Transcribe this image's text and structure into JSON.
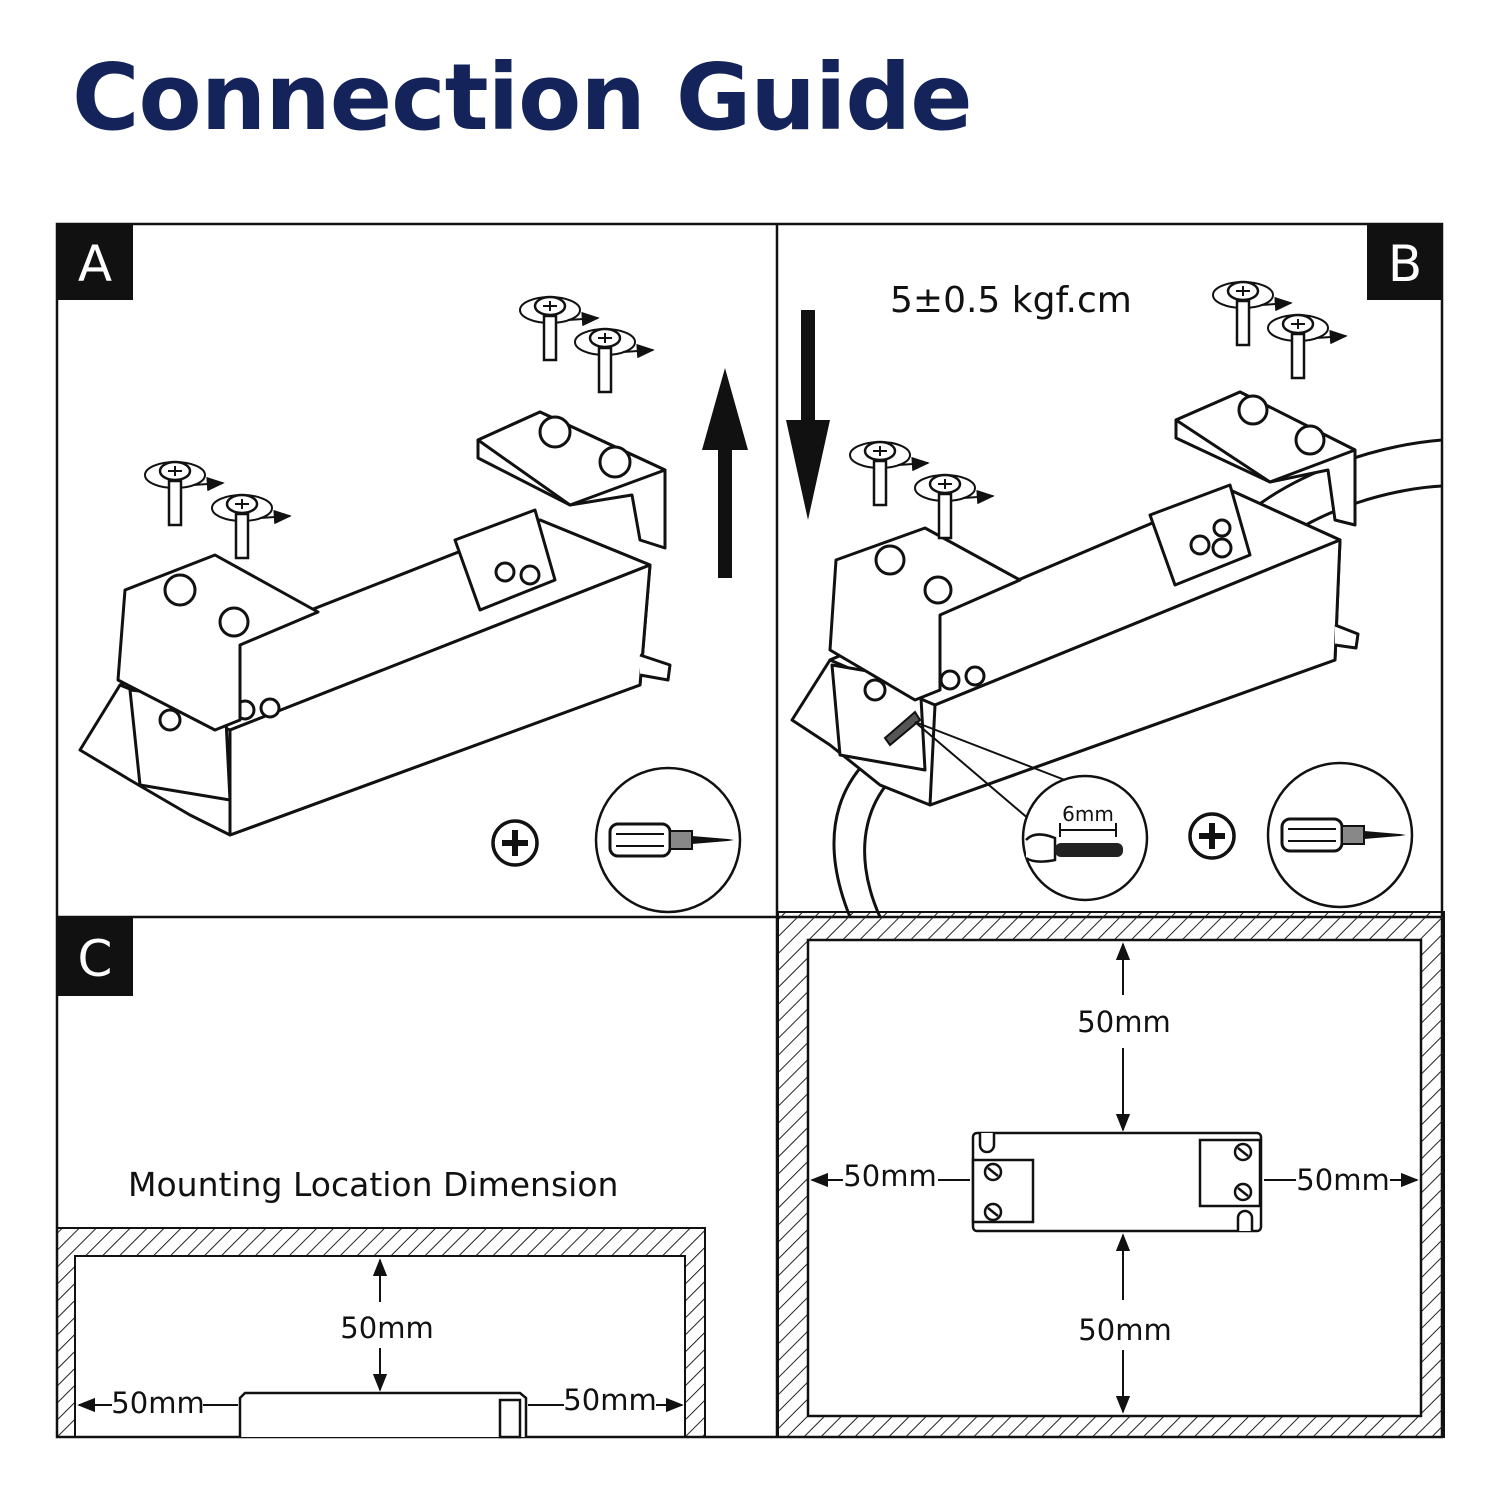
{
  "title": "Connection Guide",
  "colors": {
    "title": "#14235a",
    "ink": "#111111",
    "background": "#ffffff"
  },
  "panels": {
    "a": {
      "tag": "A"
    },
    "b": {
      "tag": "B",
      "torque": "5±0.5 kgf.cm",
      "strip_length": "6mm"
    },
    "c": {
      "tag": "C",
      "caption": "Mounting Location Dimension",
      "clearance_top": "50mm",
      "clearance_left": "50mm",
      "clearance_right": "50mm"
    },
    "d": {
      "clearance_top": "50mm",
      "clearance_left": "50mm",
      "clearance_right": "50mm",
      "clearance_bottom": "50mm"
    }
  },
  "icons": [
    "screw-icon",
    "arrow-up-icon",
    "arrow-down-icon",
    "phillips-plus-icon",
    "screwdriver-icon",
    "stripped-wire-icon"
  ]
}
